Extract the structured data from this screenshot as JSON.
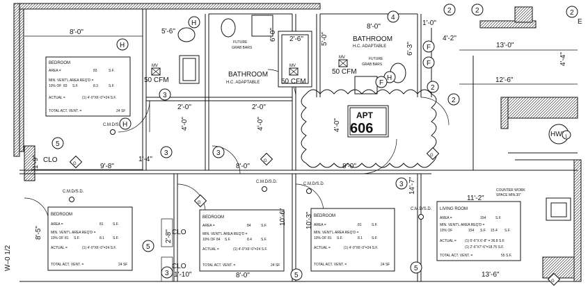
{
  "rooms": [
    {
      "name": "BEDROOM",
      "area": "83",
      "min_vent": "8.3",
      "actual_formula": "(1) 4'-0\"X6'-0\"=24 S.F.",
      "total": "24 SF"
    },
    {
      "name": "BEDROOM",
      "area": "81",
      "min_vent": "8.1",
      "actual_formula": "(1) 4'-0\"X6'-0\"=24 S.F.",
      "total": "24 SF"
    },
    {
      "name": "BEDROOM",
      "area": "84",
      "min_vent": "8.4",
      "actual_formula": "(1) 4'-0\"X6'-0\"=24 S.F.",
      "total": "24 SF"
    },
    {
      "name": "BEDROOM",
      "area": "81",
      "min_vent": "8.1",
      "actual_formula": "(1) 4'-0\"X6'-0\"=24 S.F.",
      "total": "24 SF"
    },
    {
      "name": "LIVING ROOM",
      "area": "154",
      "min_vent": "15.4",
      "actual_formula": "(1) 5'-6\"X 6'-8\" = 36.8 S.F.",
      "actual_formula2": "(1) 2'-6\"X7'-6\"=18.75 S.F.",
      "total": "55 S.F."
    }
  ],
  "room_table_labels": {
    "area": "AREA =",
    "min_vent": "MIN. VENT'L AREA REQ'D =",
    "pct": "10% OF",
    "sf": "S.F.",
    "actual": "ACTUAL =",
    "total": "TOTAL ACT. VENT. ="
  },
  "bathrooms": [
    {
      "name": "BATHROOM",
      "sub": "H.C. ADAPTABLE"
    },
    {
      "name": "BATHROOM",
      "sub": "H.C. ADAPTABLE"
    }
  ],
  "apt": {
    "label": "APT",
    "number": "606"
  },
  "grab_bars": [
    "FUTURE",
    "GRAB BARS"
  ],
  "mv": {
    "label": "MV",
    "cfm": "50 CFM"
  },
  "closets": [
    "CLO",
    "CLO",
    "CLO"
  ],
  "cmd": "C.M.D/S.D.",
  "hwh": "HWH",
  "counter_note": [
    "COUNTER WORK",
    "SPACE MIN.30\""
  ],
  "dims": [
    "8'-0\"",
    "5'-6\"",
    "2'-6\"",
    "8'-0\"",
    "1'-0\"",
    "4'-2\"",
    "13'-0\"",
    "12'-6\"",
    "4'-4\"",
    "2'-0\"",
    "2'-0\"",
    "4'-0\"",
    "4'-0\"",
    "4'-0\"",
    "1'-4\"",
    "9'-8\"",
    "8'-0\"",
    "8'-0\"",
    "11'-2\"",
    "14'-7\"",
    "10'-3\"",
    "10'-6\"",
    "8'-5\"",
    "8'-0\"",
    "13'-6\"",
    "5'-0\"",
    "6'-3\"",
    "6'-0\"",
    "1'-9\"",
    "1'-10\"",
    "2'-8\""
  ],
  "markers": {
    "H": "H",
    "G": "G",
    "F": "F",
    "n2": "2",
    "n3": "3",
    "n4": "4",
    "n5": "5",
    "n1": "1",
    "E": "E"
  }
}
